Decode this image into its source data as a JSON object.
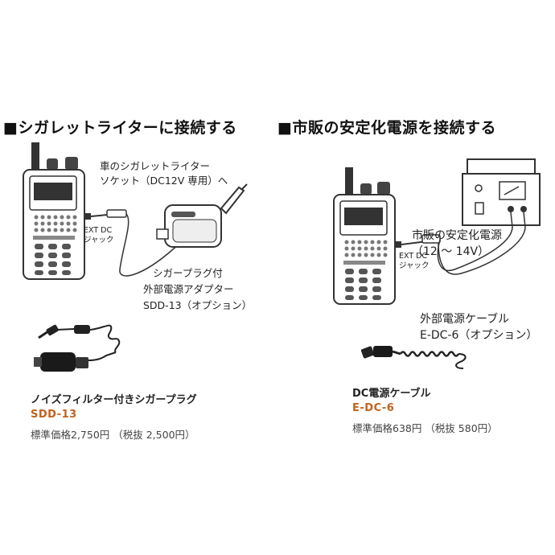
{
  "left": {
    "heading": "■シガレットライターに接続する",
    "socket_label": [
      "車のシガレットライター",
      "ソケット（DC12V 専用）へ"
    ],
    "jack_label": [
      "EXT DC",
      "ジャック"
    ],
    "adapter_label": [
      "シガープラグ付",
      "外部電源アダプター",
      "SDD-13（オプション）"
    ],
    "product": {
      "name": "ノイズフィルター付きシガープラグ",
      "code": "SDD-13",
      "price": "標準価格2,750円 （税抜 2,500円）"
    }
  },
  "right": {
    "heading": "■市販の安定化電源を接続する",
    "psu_label": [
      "市販の安定化電源",
      "（12 ～ 14V）"
    ],
    "jack_label": [
      "EXT DC",
      "ジャック"
    ],
    "cable_label": [
      "外部電源ケーブル",
      "E-DC-6（オプション）"
    ],
    "product": {
      "name": "DC電源ケーブル",
      "code": "E-DC-6",
      "price": "標準価格638円 （税抜 580円）"
    }
  }
}
